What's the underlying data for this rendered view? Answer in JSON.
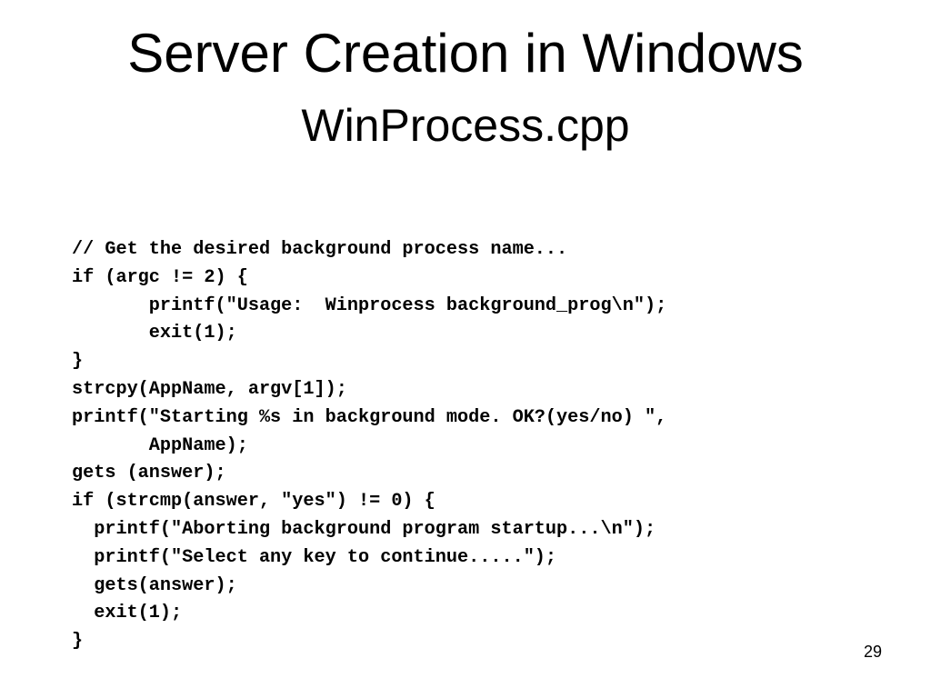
{
  "slide": {
    "title": "Server Creation in Windows",
    "subtitle": "WinProcess.cpp",
    "code_lines": [
      "// Get the desired background process name...",
      "if (argc != 2) {",
      "       printf(\"Usage:  Winprocess background_prog\\n\");",
      "       exit(1);",
      "}",
      "strcpy(AppName, argv[1]);",
      "printf(\"Starting %s in background mode. OK?(yes/no) \",",
      "       AppName);",
      "gets (answer);",
      "if (strcmp(answer, \"yes\") != 0) {",
      "  printf(\"Aborting background program startup...\\n\");",
      "  printf(\"Select any key to continue.....\");",
      "  gets(answer);",
      "  exit(1);",
      "}"
    ],
    "page_number": "29"
  }
}
